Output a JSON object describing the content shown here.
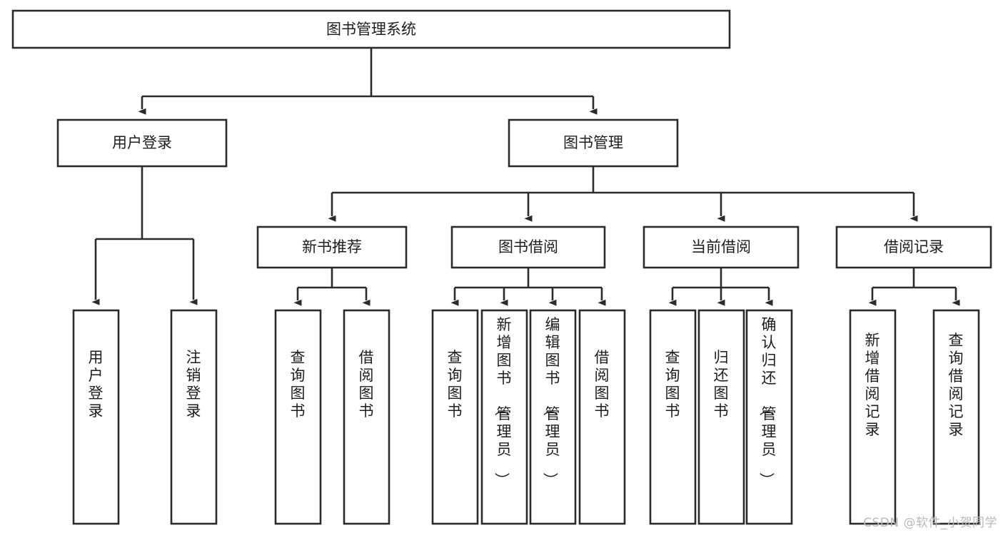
{
  "diagram": {
    "title": "图书管理系统",
    "type": "tree",
    "watermark": "CSDN @软件_小贺同学",
    "colors": {
      "background": "#ffffff",
      "stroke": "#2b2b2b",
      "fill": "#ffffff",
      "text": "#1d1d1d",
      "watermark": "#b9b9b9"
    },
    "nodes": {
      "root": {
        "label": "图书管理系统"
      },
      "level2": [
        {
          "id": "user-login",
          "label": "用户登录"
        },
        {
          "id": "book-manage",
          "label": "图书管理"
        }
      ],
      "level3": [
        {
          "id": "new-book-recommend",
          "label": "新书推荐",
          "parent": "book-manage"
        },
        {
          "id": "book-borrow",
          "label": "图书借阅",
          "parent": "book-manage"
        },
        {
          "id": "current-borrow",
          "label": "当前借阅",
          "parent": "book-manage"
        },
        {
          "id": "borrow-record",
          "label": "借阅记录",
          "parent": "book-manage"
        }
      ],
      "leaves": [
        {
          "id": "leaf-user-login",
          "label": "用户登录",
          "parent": "user-login"
        },
        {
          "id": "leaf-logout",
          "label": "注销登录",
          "parent": "user-login"
        },
        {
          "id": "leaf-query-book-1",
          "label": "查询图书",
          "parent": "new-book-recommend"
        },
        {
          "id": "leaf-borrow-book-1",
          "label": "借阅图书",
          "parent": "new-book-recommend"
        },
        {
          "id": "leaf-query-book-2",
          "label": "查询图书",
          "parent": "book-borrow"
        },
        {
          "id": "leaf-add-book",
          "label": "新增图书（管理员）",
          "parent": "book-borrow"
        },
        {
          "id": "leaf-edit-book",
          "label": "编辑图书（管理员）",
          "parent": "book-borrow"
        },
        {
          "id": "leaf-borrow-book-2",
          "label": "借阅图书",
          "parent": "book-borrow"
        },
        {
          "id": "leaf-query-book-3",
          "label": "查询图书",
          "parent": "current-borrow"
        },
        {
          "id": "leaf-return-book",
          "label": "归还图书",
          "parent": "current-borrow"
        },
        {
          "id": "leaf-confirm-return",
          "label": "确认归还（管理员）",
          "parent": "current-borrow"
        },
        {
          "id": "leaf-add-record",
          "label": "新增借阅记录",
          "parent": "borrow-record"
        },
        {
          "id": "leaf-query-record",
          "label": "查询借阅记录",
          "parent": "borrow-record"
        }
      ]
    }
  }
}
